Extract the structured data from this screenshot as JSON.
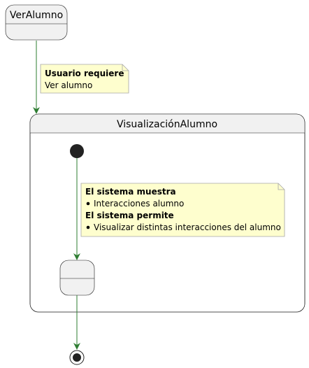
{
  "diagram": {
    "states": {
      "ver_alumno": {
        "name": "VerAlumno"
      },
      "composite": {
        "name": "VisualizaciónAlumno"
      }
    },
    "notes": {
      "transition_1": {
        "title": "Usuario requiere",
        "text": "Ver alumno"
      },
      "transition_2": {
        "heading_1": "El sistema muestra",
        "bullet_1": "Interacciones alumno",
        "heading_2": "El sistema permite",
        "bullet_2": "Visualizar distintas interacciones del alumno"
      }
    },
    "colors": {
      "state_fill": "#f1f1f1",
      "state_border": "#181818",
      "arrow": "#2e7d32",
      "note_fill": "#fefece",
      "note_border": "#a6a6a6"
    }
  }
}
